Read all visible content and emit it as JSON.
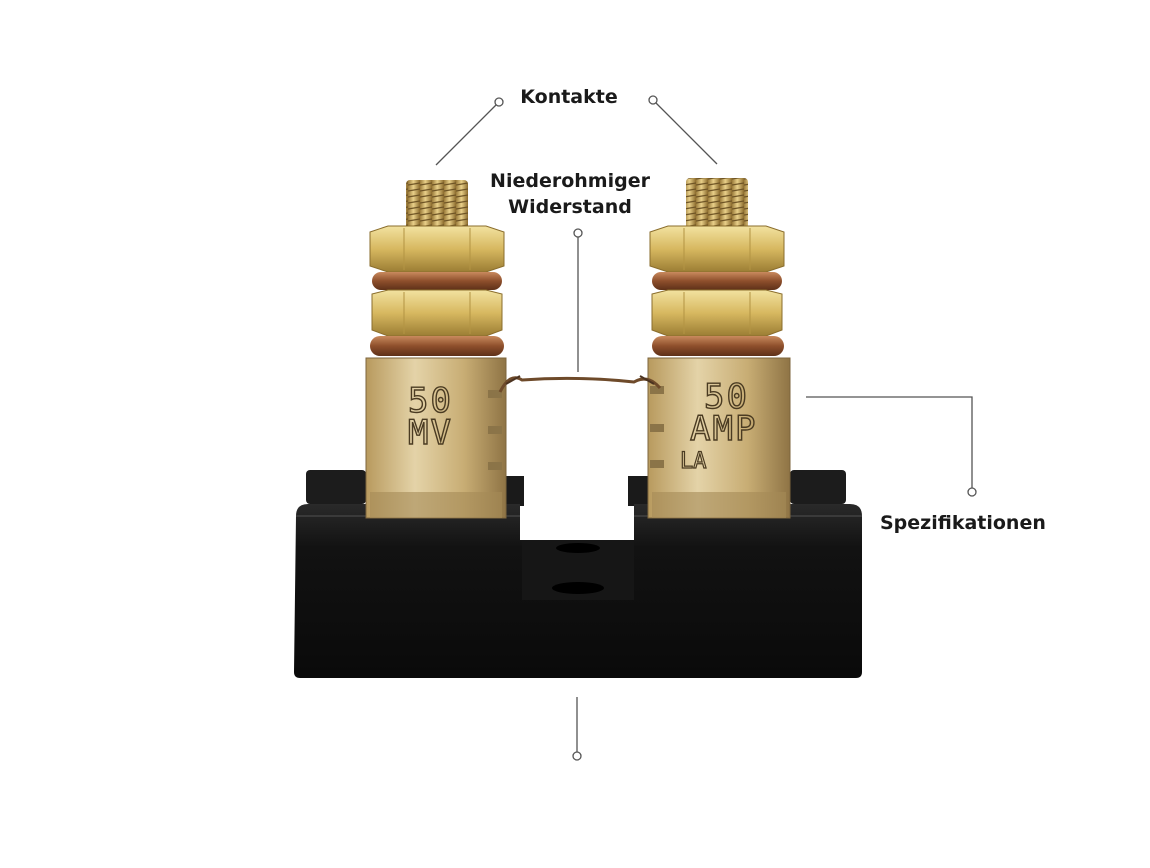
{
  "labels": {
    "contacts": "Kontakte",
    "resistor_line1": "Niederohmiger",
    "resistor_line2": "Widerstand",
    "specifications": "Spezifikationen"
  },
  "device_markings": {
    "left_block_line1": "50",
    "left_block_line2": "MV",
    "right_block_line1": "50",
    "right_block_line2": "AMP",
    "right_block_line3": "LA"
  },
  "colors": {
    "background": "#ffffff",
    "label_text": "#1a1a1a",
    "leader_line": "#555555",
    "brass": "#c9a85a",
    "copper": "#9c5a33",
    "base_black": "#141414"
  }
}
